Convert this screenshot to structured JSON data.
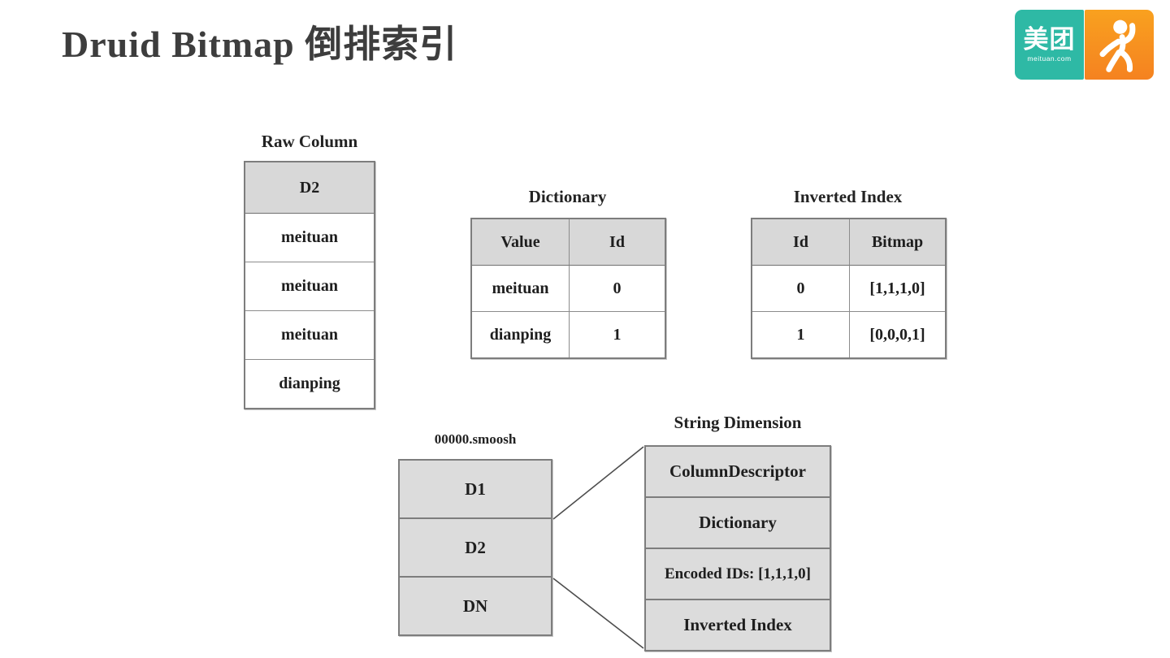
{
  "title": "Druid Bitmap 倒排索引",
  "logo": {
    "brand_text": "美团",
    "brand_subtext": "meituan.com",
    "teal_color": "#2eb9a5",
    "orange_color": "#f58220"
  },
  "raw_column": {
    "label": "Raw Column",
    "header": "D2",
    "rows": [
      "meituan",
      "meituan",
      "meituan",
      "dianping"
    ]
  },
  "dictionary": {
    "label": "Dictionary",
    "headers": [
      "Value",
      "Id"
    ],
    "rows": [
      [
        "meituan",
        "0"
      ],
      [
        "dianping",
        "1"
      ]
    ]
  },
  "inverted_index": {
    "label": "Inverted Index",
    "headers": [
      "Id",
      "Bitmap"
    ],
    "rows": [
      [
        "0",
        "[1,1,1,0]"
      ],
      [
        "1",
        "[0,0,0,1]"
      ]
    ]
  },
  "smoosh": {
    "label": "00000.smoosh",
    "segments": [
      "D1",
      "D2",
      "DN"
    ]
  },
  "string_dimension": {
    "label": "String Dimension",
    "segments": [
      "ColumnDescriptor",
      "Dictionary",
      "Encoded IDs: [1,1,1,0]",
      "Inverted Index"
    ]
  },
  "colors": {
    "box_fill": "#d8d8d8",
    "stack_fill": "#dcdcdc",
    "border": "#7d7d7d",
    "text": "#1e1e1e",
    "title": "#3d3d3d"
  }
}
